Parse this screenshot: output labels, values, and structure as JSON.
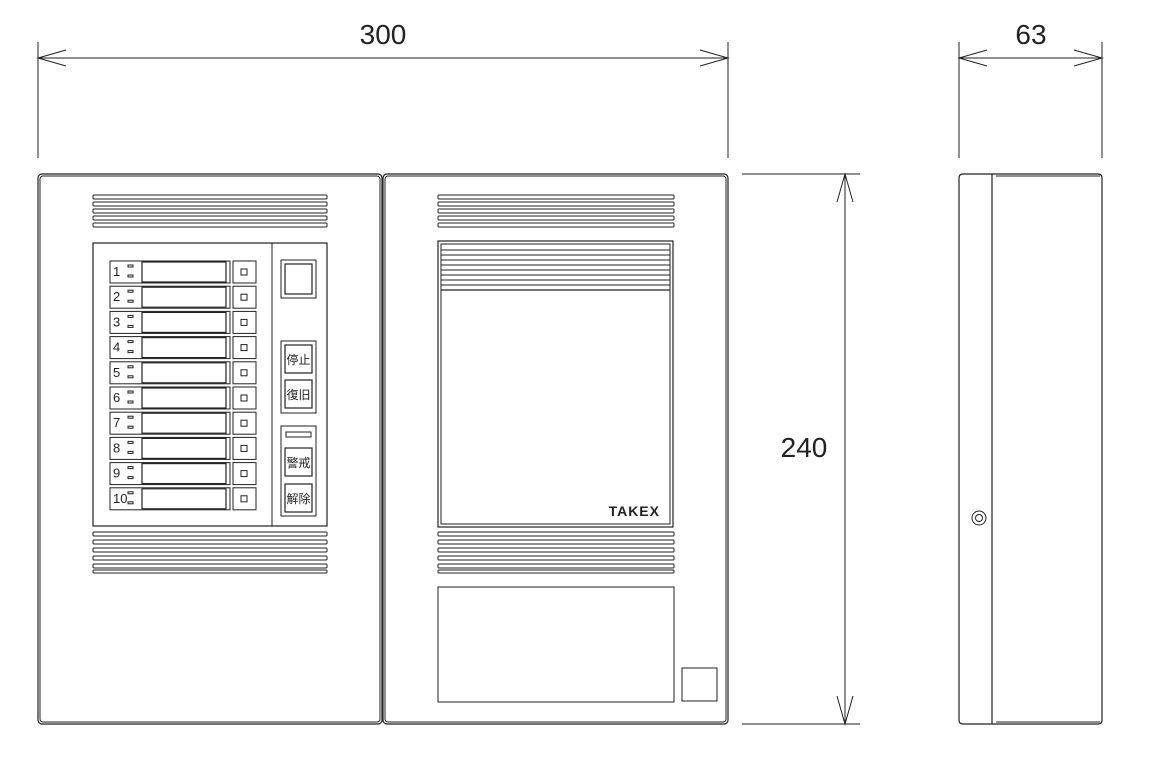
{
  "dimensions": {
    "width": "300",
    "depth": "63",
    "height": "240"
  },
  "panel": {
    "zones": [
      "1",
      "2",
      "3",
      "4",
      "5",
      "6",
      "7",
      "8",
      "9",
      "10"
    ],
    "buttons": {
      "stop": "停止",
      "reset": "復旧",
      "arm": "警戒",
      "disarm": "解除"
    }
  },
  "brand": "TAKEX"
}
